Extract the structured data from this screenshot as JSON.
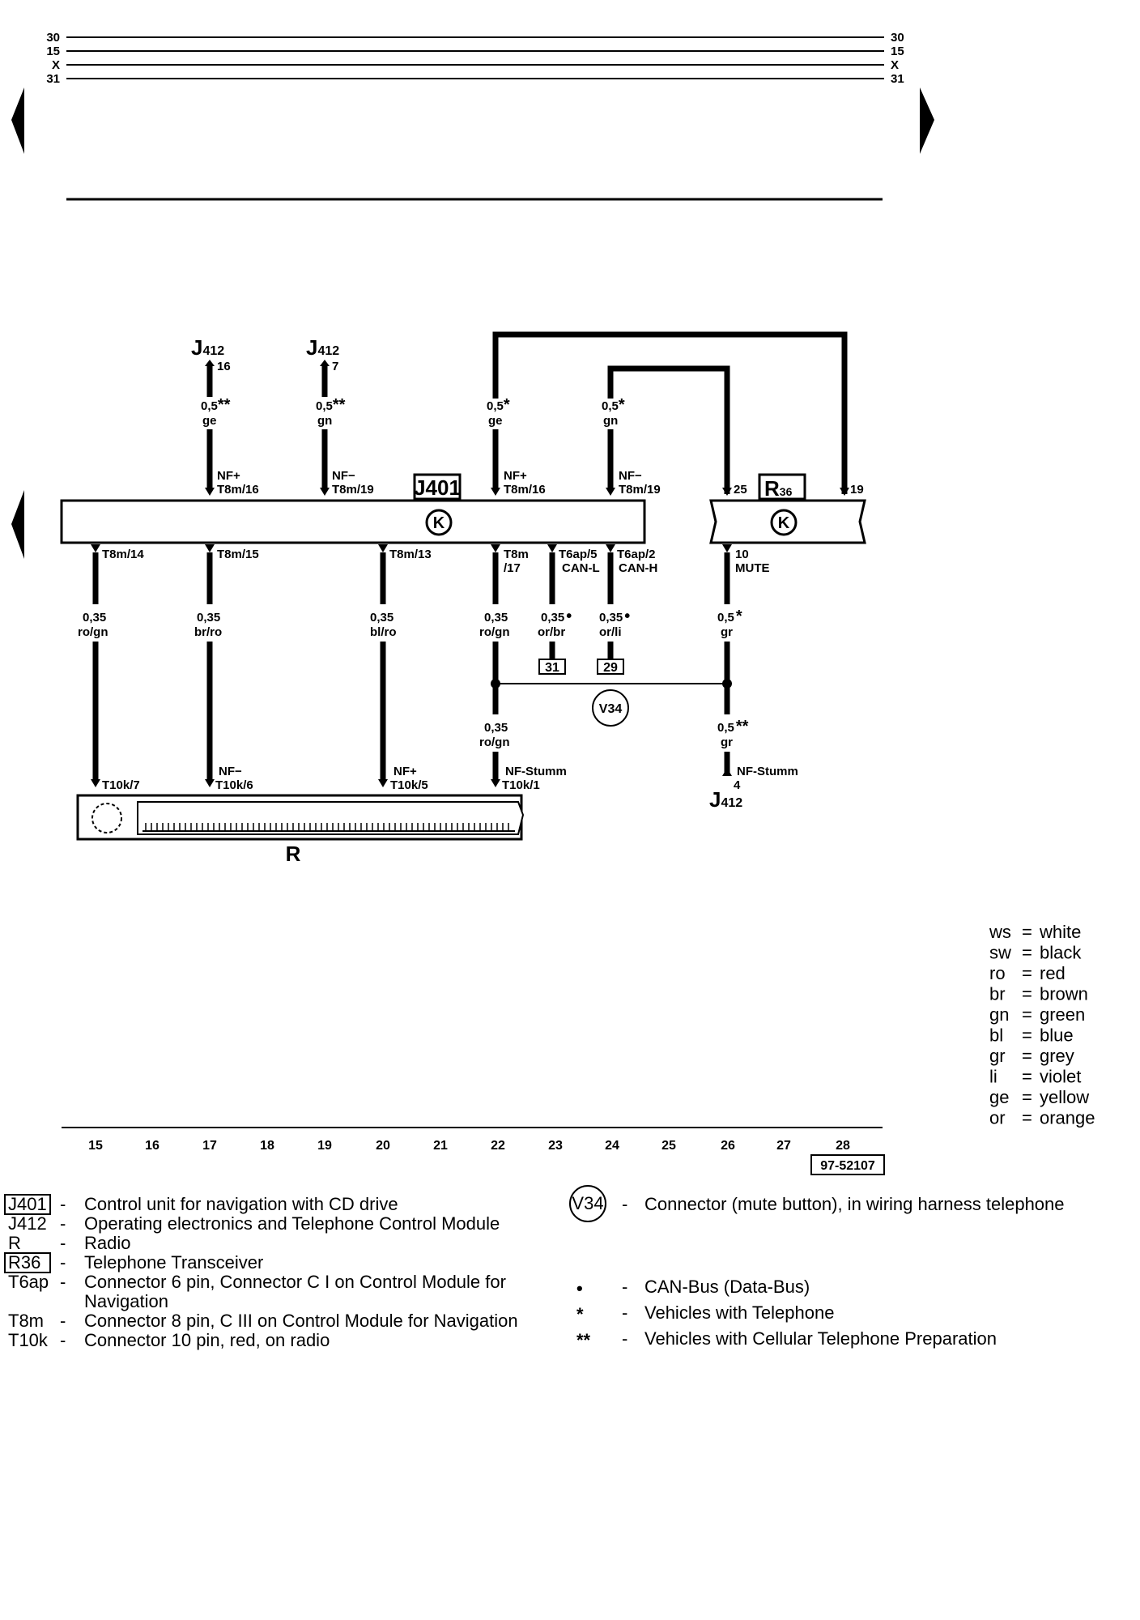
{
  "rails": {
    "left": [
      "30",
      "15",
      "X",
      "31"
    ],
    "right": [
      "30",
      "15",
      "X",
      "31"
    ]
  },
  "components": {
    "j401": "J401",
    "r36_main": "R",
    "r36_sub": "36",
    "radio": "R",
    "v34": "V34",
    "j412_main": "J",
    "j412_sub": "412"
  },
  "top_wires": [
    {
      "pin": "16",
      "gauge": "0,5",
      "mark": "**",
      "color": "ge",
      "conn1": "NF+",
      "conn2": "T8m/16"
    },
    {
      "pin": "7",
      "gauge": "0,5",
      "mark": "**",
      "color": "gn",
      "conn1": "NF−",
      "conn2": "T8m/19"
    },
    {
      "gauge": "0,5",
      "mark": "*",
      "color": "ge",
      "conn1": "NF+",
      "conn2": "T8m/16"
    },
    {
      "gauge": "0,5",
      "mark": "*",
      "color": "gn",
      "conn1": "NF−",
      "conn2": "T8m/19"
    }
  ],
  "r36_pins": [
    "25",
    "19"
  ],
  "bottom_wires": [
    {
      "conn": "T8m/14",
      "gauge": "0,35",
      "color": "ro/gn",
      "rconn1": "",
      "rconn2": "T10k/7"
    },
    {
      "conn": "T8m/15",
      "gauge": "0,35",
      "color": "br/ro",
      "rconn1": "NF−",
      "rconn2": "T10k/6"
    },
    {
      "conn": "T8m/13",
      "gauge": "0,35",
      "color": "bl/ro",
      "rconn1": "NF+",
      "rconn2": "T10k/5"
    },
    {
      "conn1": "T8m",
      "conn2": "/17",
      "gauge": "0,35",
      "color": "ro/gn",
      "gauge2": "0,35",
      "color2": "ro/gn",
      "rconn1": "NF-Stumm",
      "rconn2": "T10k/1"
    },
    {
      "conn1": "T6ap/5",
      "conn2": "CAN-L",
      "gauge": "0,35",
      "mark": "•",
      "color": "or/br",
      "terminal": "31"
    },
    {
      "conn1": "T6ap/2",
      "conn2": "CAN-H",
      "gauge": "0,35",
      "mark": "•",
      "color": "or/li",
      "terminal": "29"
    },
    {
      "conn1": "10",
      "conn2": "MUTE",
      "gauge": "0,5",
      "mark": "*",
      "color": "gr",
      "gauge2": "0,5",
      "mark2": "**",
      "color2": "gr",
      "rconn1": "NF-Stumm",
      "rconn2": "4"
    }
  ],
  "columns": [
    "15",
    "16",
    "17",
    "18",
    "19",
    "20",
    "21",
    "22",
    "23",
    "24",
    "25",
    "26",
    "27",
    "28"
  ],
  "figure_id": "97-52107",
  "color_codes": [
    {
      "code": "ws",
      "name": "white"
    },
    {
      "code": "sw",
      "name": "black"
    },
    {
      "code": "ro",
      "name": "red"
    },
    {
      "code": "br",
      "name": "brown"
    },
    {
      "code": "gn",
      "name": "green"
    },
    {
      "code": "bl",
      "name": "blue"
    },
    {
      "code": "gr",
      "name": "grey"
    },
    {
      "code": "li",
      "name": "violet"
    },
    {
      "code": "ge",
      "name": "yellow"
    },
    {
      "code": "or",
      "name": "orange"
    }
  ],
  "legend_left": [
    {
      "code": "J401",
      "boxed": true,
      "desc": "Control unit for navigation with CD drive"
    },
    {
      "code": "J412",
      "boxed": false,
      "desc": "Operating electronics and Telephone Control Module"
    },
    {
      "code": "R",
      "boxed": false,
      "desc": "Radio"
    },
    {
      "code": "R36",
      "boxed": true,
      "desc": "Telephone Transceiver"
    },
    {
      "code": "T6ap",
      "boxed": false,
      "desc": "Connector 6 pin, Connector C I on Control Module for",
      "desc2": "Navigation"
    },
    {
      "code": "T8m",
      "boxed": false,
      "desc": "Connector 8 pin, C III on Control Module for Navigation"
    },
    {
      "code": "T10k",
      "boxed": false,
      "desc": "Connector 10 pin, red, on radio"
    }
  ],
  "legend_right": [
    {
      "symbol": "V34",
      "desc": "Connector (mute button), in wiring harness telephone"
    },
    {
      "symbol": "•",
      "desc": "CAN-Bus (Data-Bus)"
    },
    {
      "symbol": "*",
      "desc": "Vehicles with Telephone"
    },
    {
      "symbol": "**",
      "desc": "Vehicles with Cellular Telephone Preparation"
    }
  ],
  "dash": "-",
  "equals": "="
}
